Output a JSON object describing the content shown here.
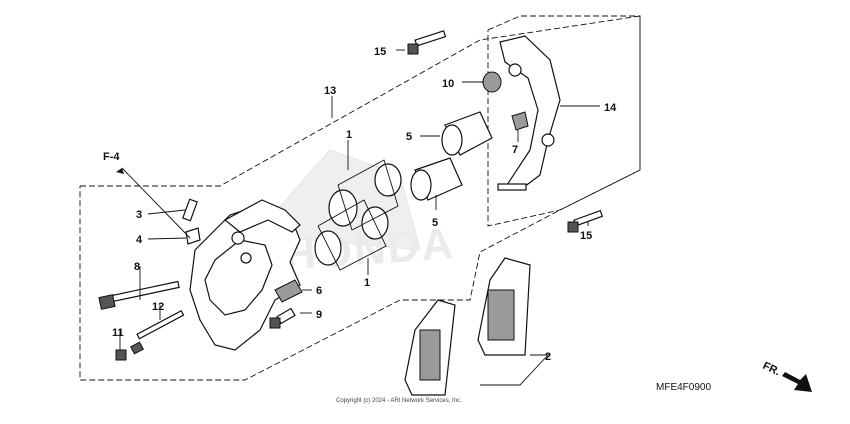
{
  "callouts": {
    "c1a": "1",
    "c1b": "1",
    "c2": "2",
    "c3": "3",
    "c4": "4",
    "c5a": "5",
    "c5b": "5",
    "c6": "6",
    "c7": "7",
    "c8": "8",
    "c9": "9",
    "c10": "10",
    "c11": "11",
    "c12": "12",
    "c13": "13",
    "c14": "14",
    "c15a": "15",
    "c15b": "15"
  },
  "ref_label": "F-4",
  "direction_label": "FR.",
  "diagram_code": "MFE4F0900",
  "copyright": "Copyright (c) 2024 - ARI Network Services, Inc.",
  "watermark": "HONDA",
  "colors": {
    "ink": "#111111",
    "watermark": "#d9d9d9"
  }
}
